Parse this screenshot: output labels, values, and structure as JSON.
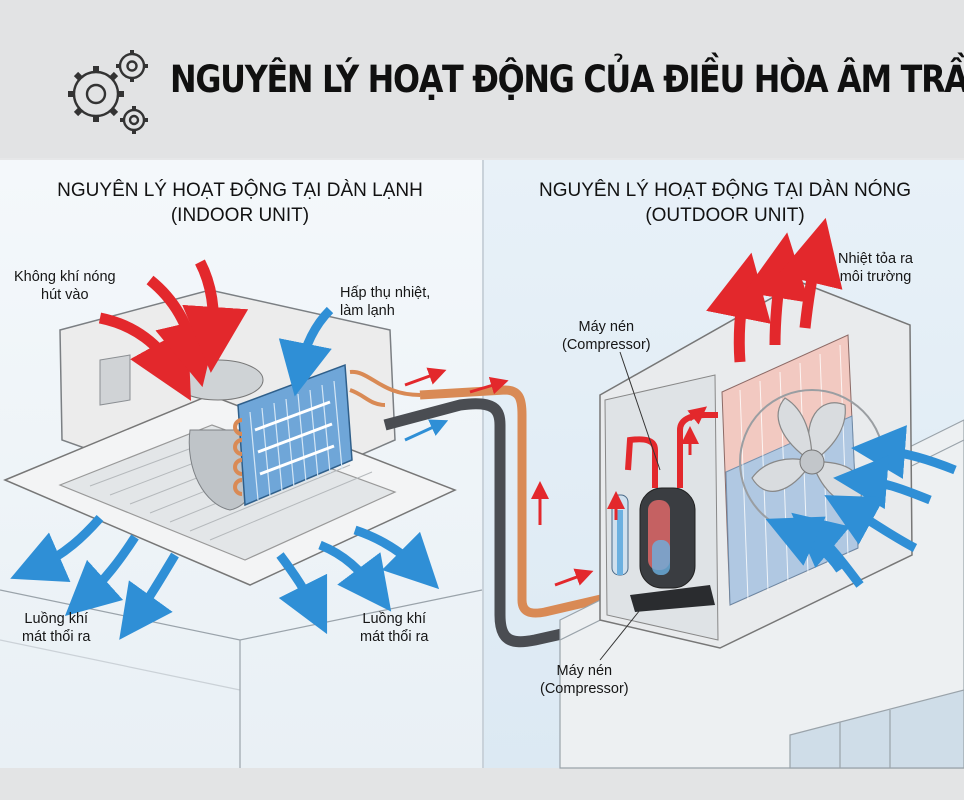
{
  "title": "NGUYÊN LÝ HOẠT ĐỘNG CỦA ĐIỀU HÒA ÂM TRẦN",
  "indoor": {
    "heading_line1": "NGUYÊN LÝ HOẠT ĐỘNG TẠI DÀN LẠNH",
    "heading_line2": "(INDOOR UNIT)",
    "hot_air_in": [
      "Không khí nóng",
      "hút vào"
    ],
    "absorb_heat": [
      "Hấp thụ nhiệt,",
      "làm lạnh"
    ],
    "cool_air_out_left": [
      "Luồng khí",
      "mát thổi ra"
    ],
    "cool_air_out_right": [
      "Luồng khí",
      "mát thổi ra"
    ]
  },
  "outdoor": {
    "heading_line1": "NGUYÊN LÝ HOẠT ĐỘNG TẠI DÀN NÓNG",
    "heading_line2": "(OUTDOOR UNIT)",
    "heat_release": [
      "Nhiệt tỏa ra",
      "môi trường"
    ],
    "compressor_top": [
      "Máy nén",
      "(Compressor)"
    ],
    "compressor_bottom": [
      "Máy nén",
      "(Compressor)"
    ]
  },
  "colors": {
    "hot": "#e3282c",
    "cold": "#2f8fd6",
    "copper": "#d98a55",
    "pipe_dark": "#4a4d52"
  },
  "icons": [
    "gears-icon"
  ]
}
